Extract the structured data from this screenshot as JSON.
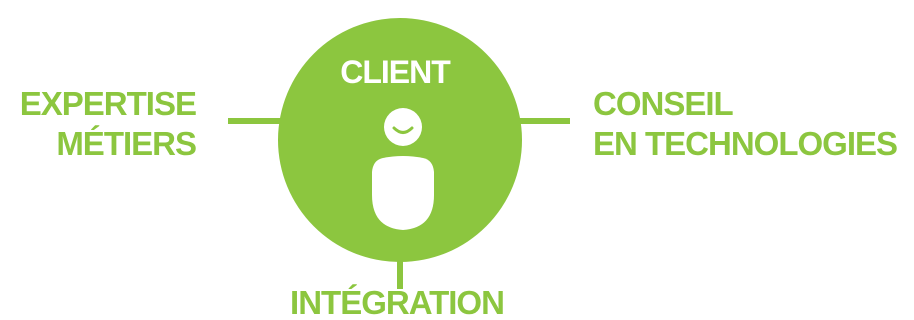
{
  "colors": {
    "accent": "#8cc63f",
    "white": "#ffffff"
  },
  "center": {
    "title": "CLIENT",
    "icon": "user-icon"
  },
  "left": {
    "line1": "EXPERTISE",
    "line2": "MÉTIERS"
  },
  "right": {
    "line1": "CONSEIL",
    "line2": "EN TECHNOLOGIES"
  },
  "bottom": {
    "label": "INTÉGRATION"
  }
}
